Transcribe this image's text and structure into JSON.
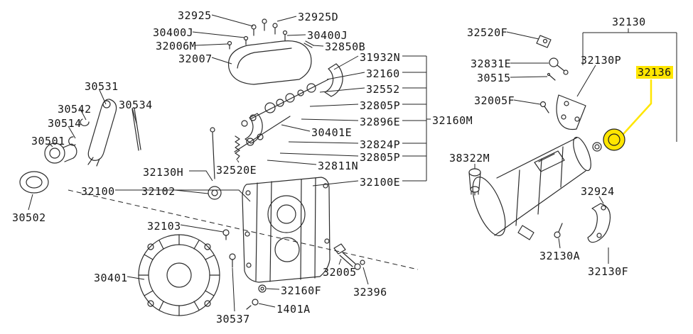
{
  "diagram": {
    "type": "exploded-parts-diagram",
    "subject": "manual-transmission-assembly",
    "highlighted_part": "32136"
  },
  "colors": {
    "background": "#ffffff",
    "line": "#222222",
    "highlight": "#ffe600"
  },
  "labels": [
    {
      "text": "32925"
    },
    {
      "text": "32925D"
    },
    {
      "text": "30400J"
    },
    {
      "text": "30400J"
    },
    {
      "text": "32006M"
    },
    {
      "text": "32850B"
    },
    {
      "text": "32007"
    },
    {
      "text": "31932N"
    },
    {
      "text": "32160"
    },
    {
      "text": "32552"
    },
    {
      "text": "32805P"
    },
    {
      "text": "32896E"
    },
    {
      "text": "30401E"
    },
    {
      "text": "32824P"
    },
    {
      "text": "32805P"
    },
    {
      "text": "32811N"
    },
    {
      "text": "32100E"
    },
    {
      "text": "32160M"
    },
    {
      "text": "30531"
    },
    {
      "text": "30542"
    },
    {
      "text": "30534"
    },
    {
      "text": "30514"
    },
    {
      "text": "30501"
    },
    {
      "text": "30502"
    },
    {
      "text": "32130H"
    },
    {
      "text": "32100"
    },
    {
      "text": "32102"
    },
    {
      "text": "32520E"
    },
    {
      "text": "32103"
    },
    {
      "text": "30401"
    },
    {
      "text": "32160F"
    },
    {
      "text": "1401A"
    },
    {
      "text": "30537"
    },
    {
      "text": "32005"
    },
    {
      "text": "32396"
    },
    {
      "text": "32520F"
    },
    {
      "text": "32130"
    },
    {
      "text": "32831E"
    },
    {
      "text": "32130P"
    },
    {
      "text": "30515"
    },
    {
      "text": "32136"
    },
    {
      "text": "32005F"
    },
    {
      "text": "38322M"
    },
    {
      "text": "32924"
    },
    {
      "text": "32130A"
    },
    {
      "text": "32130F"
    }
  ]
}
